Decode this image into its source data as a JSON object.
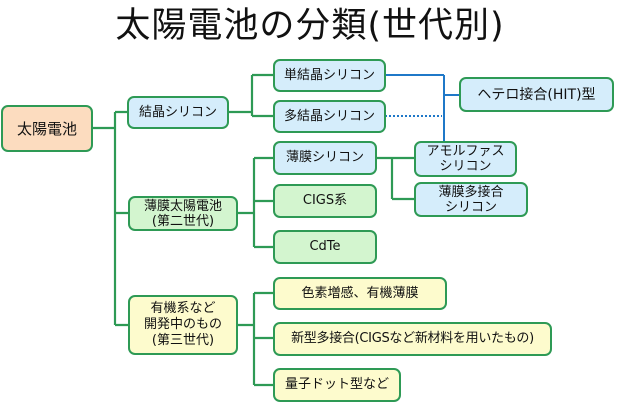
{
  "title": "太陽電池の分類(世代別)",
  "colors": {
    "connector_green": "#2e9a55",
    "connector_blue": "#1f78c8",
    "root_fill": "#fcdcbf",
    "silicon_fill": "#d5edfb",
    "thin_film_fill": "#d3f5cf",
    "third_gen_fill": "#fdfbcd"
  },
  "nodes": {
    "root": "太陽電池",
    "crystalline_silicon": "結晶シリコン",
    "monocrystalline_silicon": "単結晶シリコン",
    "polycrystalline_silicon": "多結晶シリコン",
    "heterojunction": "ヘテロ接合(HIT)型",
    "thin_film_silicon": "薄膜シリコン",
    "amorphous_silicon": "アモルファス\nシリコン",
    "thin_film_multijunction_silicon": "薄膜多接合\nシリコン",
    "thin_film_solar": "薄膜太陽電池\n(第二世代)",
    "cigs": "CIGS系",
    "cdte": "CdTe",
    "organic_in_development": "有機系など\n開発中のもの\n(第三世代)",
    "dye_sensitized_organic_thin_film": "色素増感、有機薄膜",
    "new_multijunction": "新型多接合(CIGSなど新材料を用いたもの)",
    "quantum_dot": "量子ドット型など"
  }
}
